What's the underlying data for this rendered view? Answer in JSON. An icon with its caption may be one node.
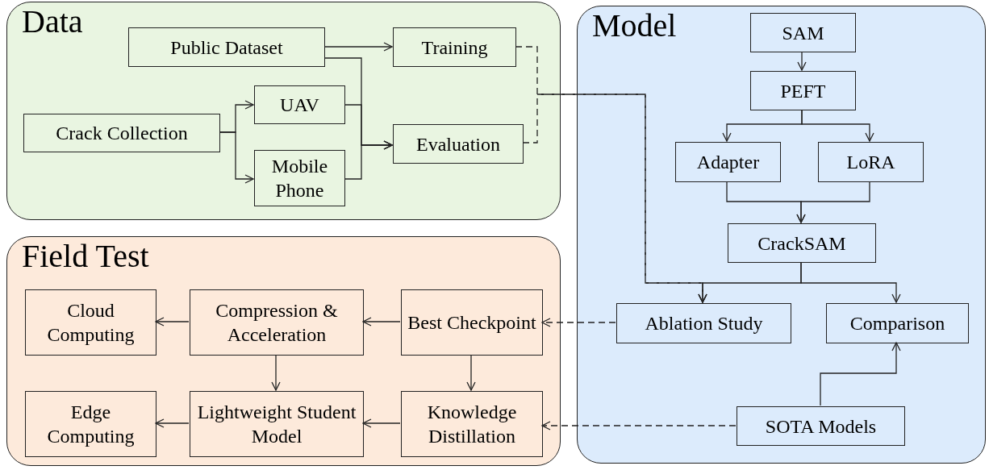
{
  "diagram": {
    "nodes": [
      {
        "text": [
          "Data"
        ]
      },
      {
        "text": [
          "Public Dataset"
        ],
        "in": 0
      },
      {
        "text": [
          "Training"
        ],
        "in": 0
      },
      {
        "text": [
          "Crack Collection"
        ],
        "in": 0
      },
      {
        "text": [
          "UAV"
        ],
        "in": 0
      },
      {
        "text": [
          "Mobile Phone"
        ],
        "in": 0
      },
      {
        "text": [
          "Evaluation"
        ],
        "in": 0
      },
      {
        "text": [
          "Model"
        ]
      },
      {
        "text": [
          "SAM"
        ],
        "in": 7
      },
      {
        "text": [
          "PEFT"
        ],
        "in": 7
      },
      {
        "text": [
          "Adapter"
        ],
        "in": 7
      },
      {
        "text": [
          "LoRA"
        ],
        "in": 7
      },
      {
        "text": [
          "CrackSAM"
        ],
        "in": 7
      },
      {
        "text": [
          "Ablation Study"
        ],
        "in": 7
      },
      {
        "text": [
          "Comparison"
        ],
        "in": 7
      },
      {
        "text": [
          "SOTA Models"
        ],
        "in": 7
      },
      {
        "text": [
          "Field Test"
        ]
      },
      {
        "text": [
          "Cloud Computing"
        ],
        "in": 16
      },
      {
        "text": [
          "Compression & Acceleration"
        ],
        "in": 16
      },
      {
        "text": [
          "Best Checkpoint"
        ],
        "in": 16
      },
      {
        "text": [
          "Edge Computing"
        ],
        "in": 16
      },
      {
        "text": [
          "Lightweight Student Model"
        ],
        "in": 16
      },
      {
        "text": [
          "Knowledge Distillation"
        ],
        "in": 16
      }
    ],
    "edges": [
      {
        "from": 1,
        "to": 2,
        "arrow": "to"
      },
      {
        "from": 1,
        "to": 6,
        "arrow": "to"
      },
      {
        "from": 4,
        "to": 6,
        "arrow": "to"
      },
      {
        "from": 5,
        "to": 6,
        "arrow": "to"
      },
      {
        "from": 3,
        "to": 4,
        "arrow": "to"
      },
      {
        "from": 3,
        "to": 5,
        "arrow": "to"
      },
      {
        "from": 2,
        "to": 13,
        "arrow": "to",
        "style": "dashed"
      },
      {
        "from": 6,
        "to": 13,
        "arrow": "to",
        "style": "dashed"
      },
      {
        "from": 8,
        "to": 9,
        "arrow": "to"
      },
      {
        "from": 9,
        "to": 10,
        "arrow": "to"
      },
      {
        "from": 9,
        "to": 11,
        "arrow": "to"
      },
      {
        "from": 10,
        "to": 12,
        "arrow": "to"
      },
      {
        "from": 11,
        "to": 12,
        "arrow": "to"
      },
      {
        "from": 12,
        "to": 13,
        "arrow": "to"
      },
      {
        "from": 12,
        "to": 14,
        "arrow": "to"
      },
      {
        "from": 15,
        "to": 14,
        "arrow": "to"
      },
      {
        "from": 13,
        "to": 19,
        "arrow": "to",
        "style": "dashed"
      },
      {
        "from": 15,
        "to": 22,
        "arrow": "to",
        "style": "dashed"
      },
      {
        "from": 19,
        "to": 18,
        "arrow": "to"
      },
      {
        "from": 18,
        "to": 17,
        "arrow": "to"
      },
      {
        "from": 19,
        "to": 22,
        "arrow": "to"
      },
      {
        "from": 18,
        "to": 21,
        "arrow": "to"
      },
      {
        "from": 22,
        "to": 21,
        "arrow": "to"
      },
      {
        "from": 21,
        "to": 20,
        "arrow": "to"
      }
    ]
  }
}
